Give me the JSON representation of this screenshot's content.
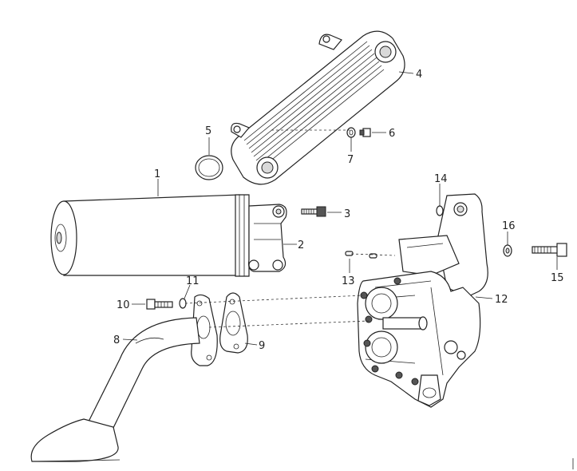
{
  "callouts": [
    {
      "id": "1",
      "text": "1"
    },
    {
      "id": "2",
      "text": "2"
    },
    {
      "id": "3",
      "text": "3"
    },
    {
      "id": "4",
      "text": "4"
    },
    {
      "id": "5",
      "text": "5"
    },
    {
      "id": "6",
      "text": "6"
    },
    {
      "id": "7",
      "text": "7"
    },
    {
      "id": "8",
      "text": "8"
    },
    {
      "id": "9",
      "text": "9"
    },
    {
      "id": "10",
      "text": "10"
    },
    {
      "id": "11",
      "text": "11"
    },
    {
      "id": "12",
      "text": "12"
    },
    {
      "id": "13",
      "text": "13"
    },
    {
      "id": "14",
      "text": "14"
    },
    {
      "id": "15",
      "text": "15"
    },
    {
      "id": "16",
      "text": "16"
    }
  ],
  "colors": {
    "line": "#222222",
    "background": "#ffffff",
    "shade": "#d9d9d9"
  }
}
